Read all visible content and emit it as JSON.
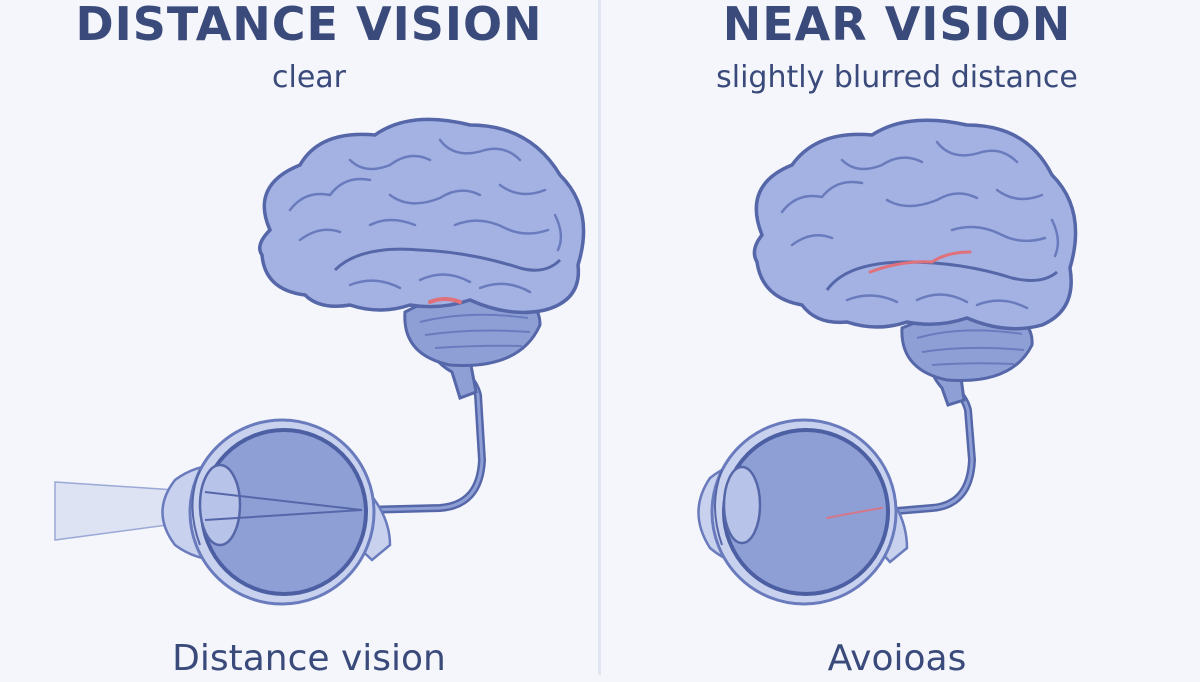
{
  "left": {
    "title": "DISTANCE VISION",
    "subtitle": "clear",
    "caption": "Distance vision"
  },
  "right": {
    "title": "NEAR VISION",
    "subtitle": "slightly blurred distance",
    "caption": "Avoioas"
  },
  "colors": {
    "background": "#f4f6fb",
    "text": "#3a4a7a",
    "brain_fill": "#a3b2e2",
    "outline": "#5567a8",
    "highlight": "#e0707a"
  }
}
